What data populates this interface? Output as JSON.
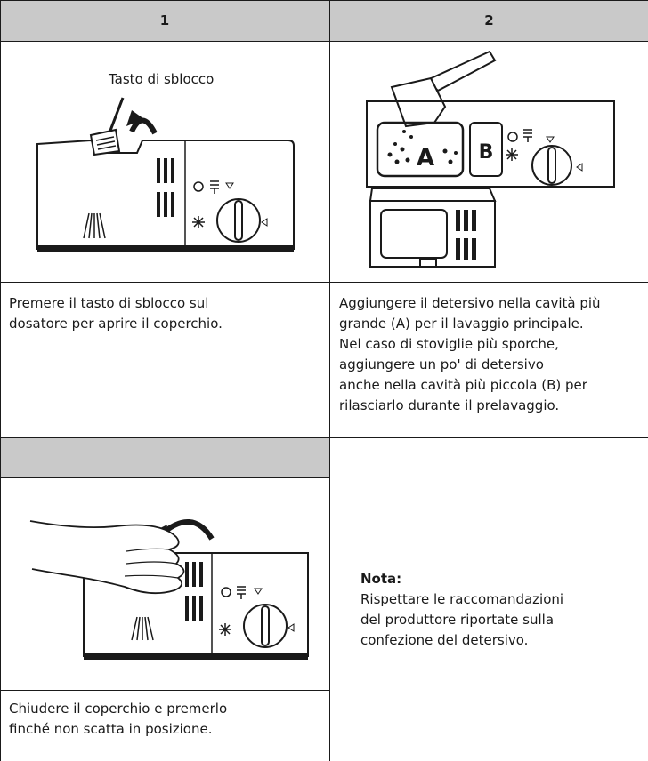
{
  "steps": {
    "step1": {
      "number": "1",
      "image_label": "Tasto di sblocco",
      "text": "Premere il tasto di sblocco sul\ndosatore per aprire il coperchio."
    },
    "step2": {
      "number": "2",
      "label_a": "A",
      "label_b": "B",
      "text": "Aggiungere il detersivo nella cavità più\ngrande (A) per il lavaggio principale.\nNel caso di stoviglie più sporche,\naggiungere un po' di detersivo\nanche nella cavità più piccola (B) per\nrilasciarlo durante il prelavaggio."
    },
    "step3": {
      "number": "",
      "text": "Chiudere il coperchio e premerlo\nfinché non scatta in posizione."
    }
  },
  "note": {
    "title": "Nota:",
    "text": "Rispettare le raccomandazioni\ndel produttore riportate sulla\nconfezione del detersivo."
  },
  "colors": {
    "header_bg": "#c9c9c9",
    "border": "#1a1a1a"
  }
}
